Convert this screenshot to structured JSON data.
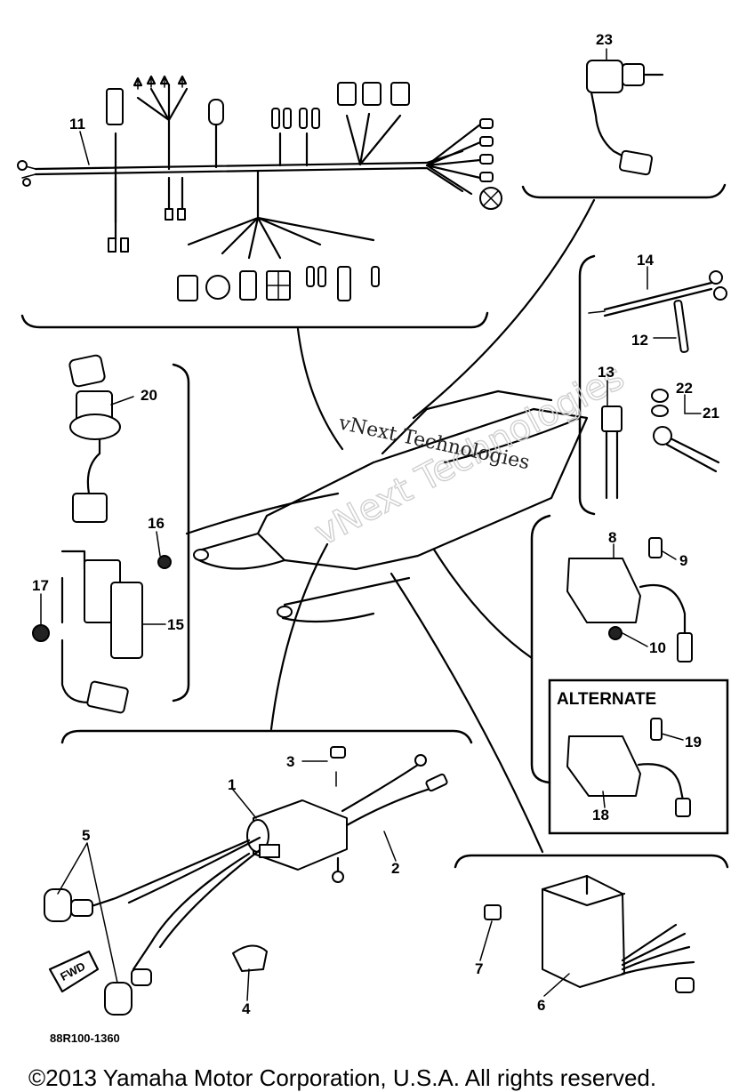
{
  "callouts": {
    "c1": "1",
    "c2": "2",
    "c3": "3",
    "c4": "4",
    "c5": "5",
    "c6": "6",
    "c7": "7",
    "c8": "8",
    "c9": "9",
    "c10": "10",
    "c11": "11",
    "c12": "12",
    "c13": "13",
    "c14": "14",
    "c15": "15",
    "c16": "16",
    "c17": "17",
    "c18": "18",
    "c19": "19",
    "c20": "20",
    "c21": "21",
    "c22": "22",
    "c23": "23"
  },
  "alternate_label": "ALTERNATE",
  "fwd_label": "FWD",
  "diagram_code": "88R100-1360",
  "watermark_ghost": "vNext Technologies",
  "watermark": "vNext Technologies",
  "copyright": "©2013 Yamaha Motor Corporation, U.S.A. All rights reserved."
}
